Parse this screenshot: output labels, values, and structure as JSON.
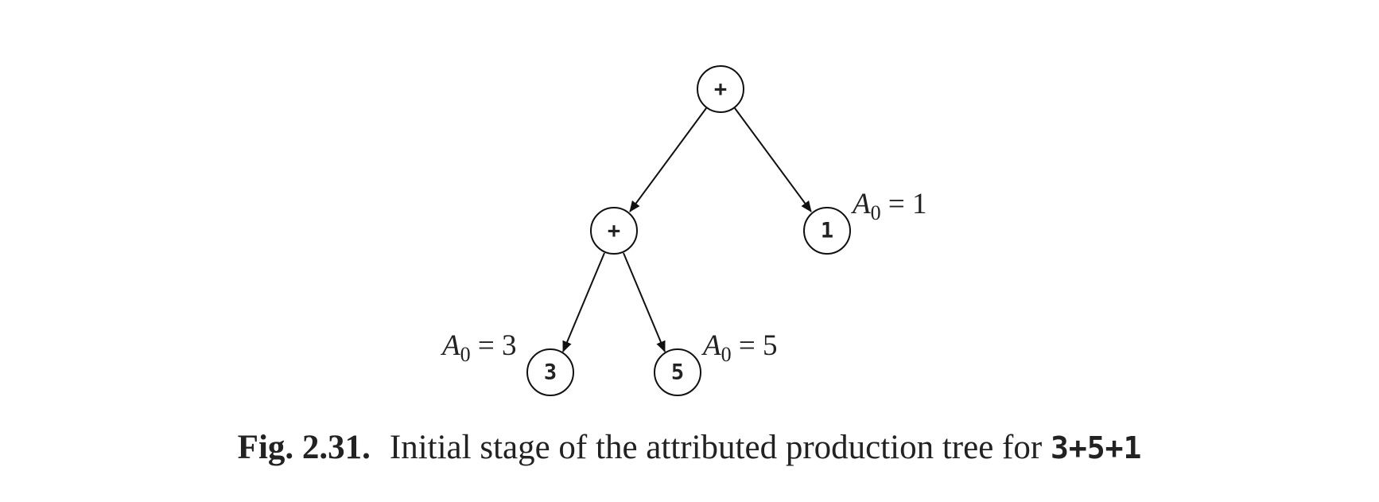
{
  "tree": {
    "nodes": [
      {
        "id": "root",
        "label": "+"
      },
      {
        "id": "plus",
        "label": "+"
      },
      {
        "id": "one",
        "label": "1",
        "attribute": {
          "var": "A",
          "sub": "0",
          "eq": " = ",
          "value": "1"
        }
      },
      {
        "id": "three",
        "label": "3",
        "attribute": {
          "var": "A",
          "sub": "0",
          "eq": " = ",
          "value": "3"
        }
      },
      {
        "id": "five",
        "label": "5",
        "attribute": {
          "var": "A",
          "sub": "0",
          "eq": " = ",
          "value": "5"
        }
      }
    ],
    "edges": [
      {
        "from": "root",
        "to": "plus"
      },
      {
        "from": "root",
        "to": "one"
      },
      {
        "from": "plus",
        "to": "three"
      },
      {
        "from": "plus",
        "to": "five"
      }
    ]
  },
  "caption": {
    "number": "Fig. 2.31.",
    "text": "Initial stage of the attributed production tree for ",
    "code": "3+5+1"
  }
}
